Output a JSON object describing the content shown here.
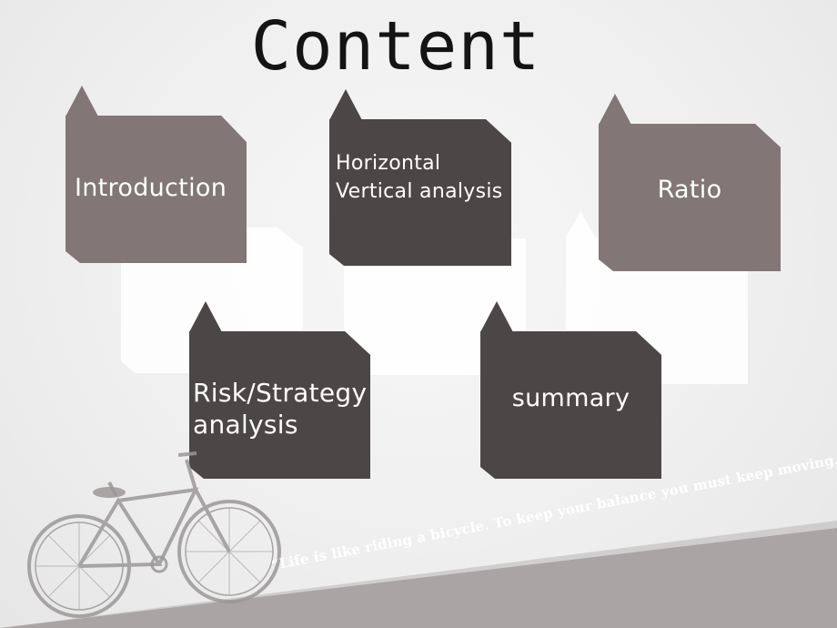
{
  "slide": {
    "title": "Content",
    "cards": [
      {
        "label": "Introduction"
      },
      {
        "line1": "Horizontal",
        "line2": "Vertical analysis"
      },
      {
        "label": "Ratio"
      },
      {
        "line1": "Risk/Strategy",
        "line2": "analysis"
      },
      {
        "label": "summary"
      }
    ],
    "quote": "“Life is like riding a bicycle. To keep your balance you must keep moving.”"
  },
  "colors": {
    "card_light": "#827676",
    "card_dark": "#4c4747",
    "ground": "#a9a5a5"
  },
  "icons": [
    "bicycle-illustration"
  ]
}
